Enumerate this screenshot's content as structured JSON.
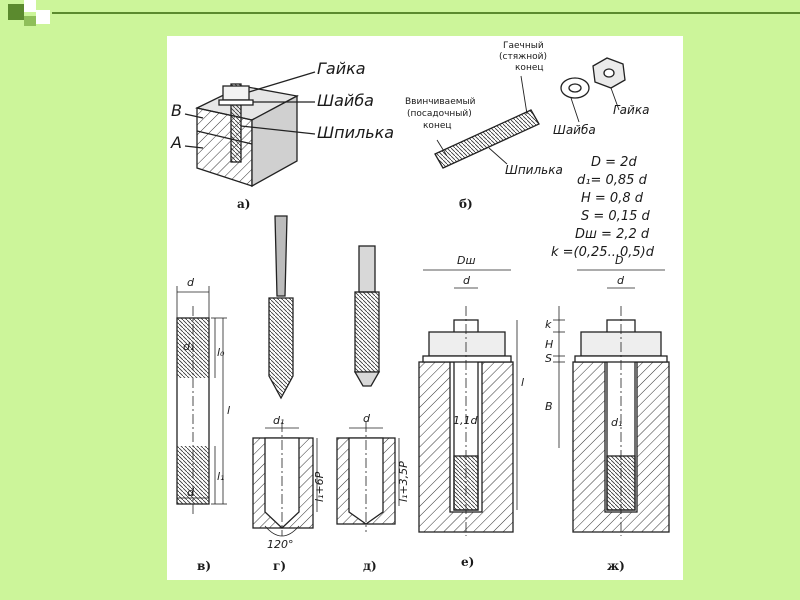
{
  "labels_a": {
    "nut": "Гайка",
    "washer": "Шайба",
    "stud": "Шпилька",
    "b_letter": "В",
    "a_letter": "А"
  },
  "labels_b": {
    "nut_end": [
      "Гаечный",
      "(стяжной)",
      "конец"
    ],
    "screw_end": [
      "Ввинчиваемый",
      "(посадочный)",
      "конец"
    ],
    "stud": "Шпилька",
    "washer": "Шайба",
    "nut": "Гайка"
  },
  "formulas": [
    "D = 2d",
    "d₁= 0,85 d",
    "H = 0,8 d",
    "S = 0,15 d",
    "Dш = 2,2 d",
    "k =(0,25...0,5)d"
  ],
  "dims": {
    "d": "d",
    "d1": "d₁",
    "l": "l",
    "l0": "l₀",
    "l1": "l₁",
    "depth_g": "l₁+6P",
    "depth_d": "l₁+3,5P",
    "angle": "120°",
    "dsh": "Dш",
    "D": "D",
    "d11": "1,1d",
    "B": "B",
    "S": "S",
    "H": "H",
    "k": "k"
  },
  "captions": {
    "a": "а)",
    "b": "б)",
    "v": "в)",
    "g": "г)",
    "d": "д)",
    "e": "е)",
    "zh": "ж)"
  },
  "colors": {
    "background": "#ccf59a",
    "accent": "#5b8a2e",
    "ink": "#1a1a1a"
  }
}
